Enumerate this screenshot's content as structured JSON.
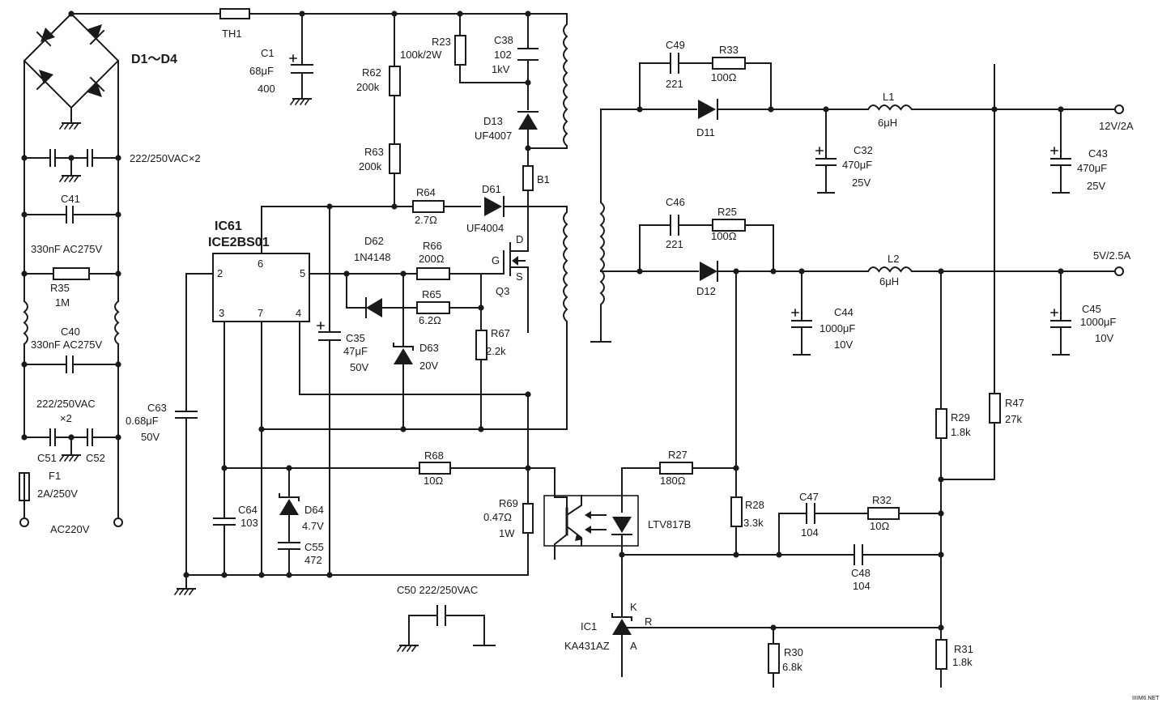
{
  "labels": {
    "d1_d4": "D1～D4",
    "th1": "TH1",
    "c1_name": "C1",
    "c1_val": "68μF",
    "c1_v": "400",
    "r62_name": "R62",
    "r62_val": "200k",
    "r63_name": "R63",
    "r63_val": "200k",
    "r23_name": "R23",
    "r23_val": "100k/2W",
    "c38_name": "C38",
    "c38_val": "102",
    "c38_v": "1kV",
    "d13_name": "D13",
    "d13_val": "UF4007",
    "b1": "B1",
    "d61_name": "D61",
    "d61_val": "UF4004",
    "r64_name": "R64",
    "r64_val": "2.7Ω",
    "ic61_name": "IC61",
    "ic61_val": "ICE2BS01",
    "pin2": "2",
    "pin3": "3",
    "pin4": "4",
    "pin5": "5",
    "pin6": "6",
    "pin7": "7",
    "d62_name": "D62",
    "d62_val": "1N4148",
    "r66_name": "R66",
    "r66_val": "200Ω",
    "r65_name": "R65",
    "r65_val": "6.2Ω",
    "q3": "Q3",
    "pin_d": "D",
    "pin_g": "G",
    "pin_s": "S",
    "c35_name": "C35",
    "c35_val": "47μF",
    "c35_v": "50V",
    "d63_name": "D63",
    "d63_val": "20V",
    "r67_name": "R67",
    "r67_val": "2.2k",
    "cap_x2_a": "222/250VAC×2",
    "c41_name": "C41",
    "c41_val": "330nF AC275V",
    "r35_name": "R35",
    "r35_val": "1M",
    "c40_name": "C40",
    "c40_val": "330nF AC275V",
    "cap_x2_b_line1": "222/250VAC",
    "cap_x2_b_line2": "×2",
    "c51": "C51",
    "c52": "C52",
    "f1_name": "F1",
    "f1_val": "2A/250V",
    "ac220v": "AC220V",
    "c63_name": "C63",
    "c63_val": "0.68μF",
    "c63_v": "50V",
    "c64_name": "C64",
    "c64_val": "103",
    "d64_name": "D64",
    "d64_val": "4.7V",
    "c55_name": "C55",
    "c55_val": "472",
    "r68_name": "R68",
    "r68_val": "10Ω",
    "r69_name": "R69",
    "r69_val": "0.47Ω",
    "r69_w": "1W",
    "c50_name": "C50 222/250VAC",
    "ltv": "LTV817B",
    "c49_name": "C49",
    "c49_val": "221",
    "r33_name": "R33",
    "r33_val": "100Ω",
    "d11": "D11",
    "c32_name": "C32",
    "c32_val": "470μF",
    "c32_v": "25V",
    "l1_name": "L1",
    "l1_val": "6μH",
    "c43_name": "C43",
    "c43_val": "470μF",
    "c43_v": "25V",
    "out12": "12V/2A",
    "c46_name": "C46",
    "c46_val": "221",
    "r25_name": "R25",
    "r25_val": "100Ω",
    "d12": "D12",
    "c44_name": "C44",
    "c44_val": "1000μF",
    "c44_v": "10V",
    "l2_name": "L2",
    "l2_val": "6μH",
    "c45_name": "C45",
    "c45_val": "1000μF",
    "c45_v": "10V",
    "out5": "5V/2.5A",
    "r29_name": "R29",
    "r29_val": "1.8k",
    "r47_name": "R47",
    "r47_val": "27k",
    "r27_name": "R27",
    "r27_val": "180Ω",
    "r28_name": "R28",
    "r28_val": "3.3k",
    "c47_name": "C47",
    "c47_val": "104",
    "r32_name": "R32",
    "r32_val": "10Ω",
    "c48_name": "C48",
    "c48_val": "104",
    "ic1_name": "IC1",
    "ic1_val": "KA431AZ",
    "pin_k": "K",
    "pin_r": "R",
    "pin_a": "A",
    "r30_name": "R30",
    "r30_val": "6.8k",
    "r31_name": "R31",
    "r31_val": "1.8k",
    "watermark": "IIIIM6.NET"
  }
}
